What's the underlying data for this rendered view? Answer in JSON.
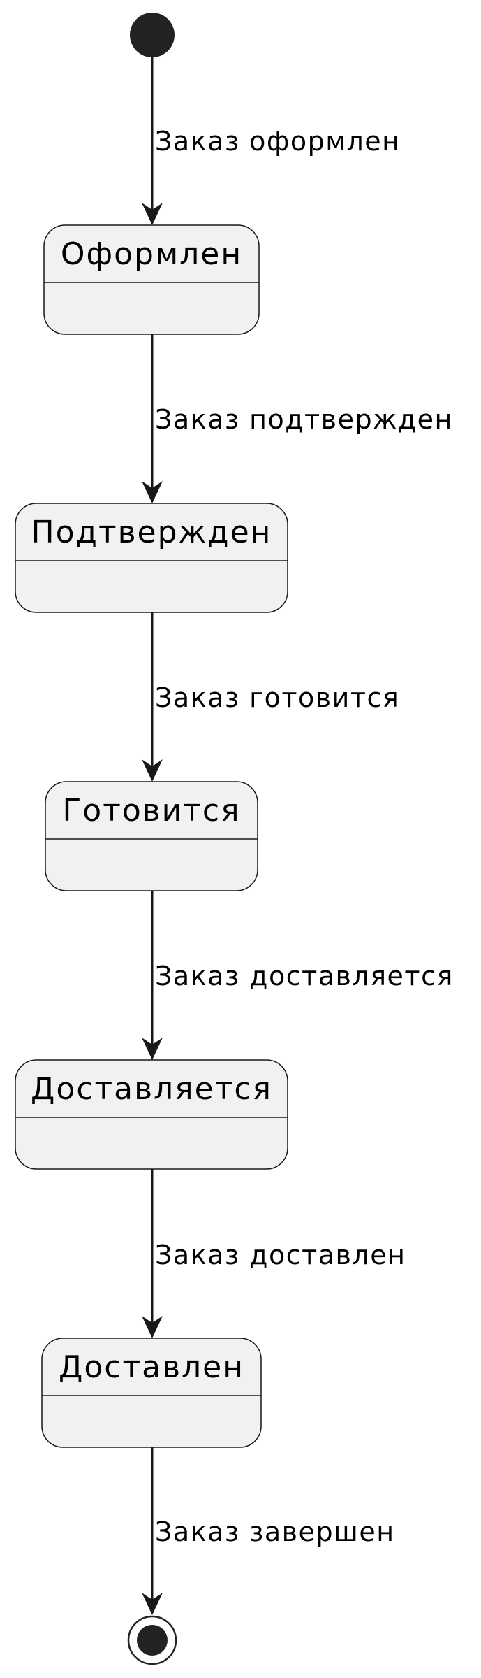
{
  "diagram": {
    "type": "state-diagram",
    "start_state": "start",
    "end_state": "end",
    "states": [
      {
        "id": "s1",
        "label": "Оформлен"
      },
      {
        "id": "s2",
        "label": "Подтвержден"
      },
      {
        "id": "s3",
        "label": "Готовится"
      },
      {
        "id": "s4",
        "label": "Доставляется"
      },
      {
        "id": "s5",
        "label": "Доставлен"
      }
    ],
    "transitions": [
      {
        "from": "start",
        "to": "s1",
        "label": "Заказ оформлен"
      },
      {
        "from": "s1",
        "to": "s2",
        "label": "Заказ подтвержден"
      },
      {
        "from": "s2",
        "to": "s3",
        "label": "Заказ готовится"
      },
      {
        "from": "s3",
        "to": "s4",
        "label": "Заказ доставляется"
      },
      {
        "from": "s4",
        "to": "s5",
        "label": "Заказ доставлен"
      },
      {
        "from": "s5",
        "to": "end",
        "label": "Заказ завершен"
      }
    ],
    "colors": {
      "state_fill": "#f1f1f1",
      "stroke": "#181818",
      "node_fill": "#222222",
      "background": "#ffffff"
    }
  }
}
